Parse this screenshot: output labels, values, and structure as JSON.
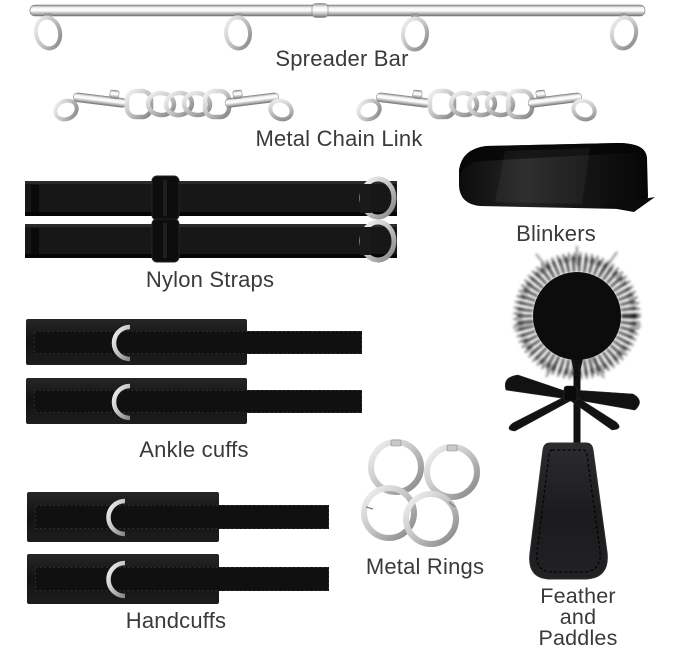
{
  "colors": {
    "background": "#ffffff",
    "label-text": "#3a3a3a",
    "metal-light": "#f2f2f2",
    "metal-dark": "#808080",
    "item-black": "#141414"
  },
  "items": [
    {
      "name": "spreader-bar",
      "label": "Spreader Bar"
    },
    {
      "name": "metal-chain-link",
      "label": "Metal Chain Link"
    },
    {
      "name": "nylon-straps",
      "label": "Nylon Straps"
    },
    {
      "name": "blinkers",
      "label": "Blinkers"
    },
    {
      "name": "ankle-cuffs",
      "label": "Ankle cuffs"
    },
    {
      "name": "metal-rings",
      "label": "Metal Rings"
    },
    {
      "name": "handcuffs",
      "label": "Handcuffs"
    },
    {
      "name": "feather-and-paddles",
      "label": "Feather and Paddles",
      "label_line1": "Feather",
      "label_line2": "and Paddles"
    }
  ]
}
